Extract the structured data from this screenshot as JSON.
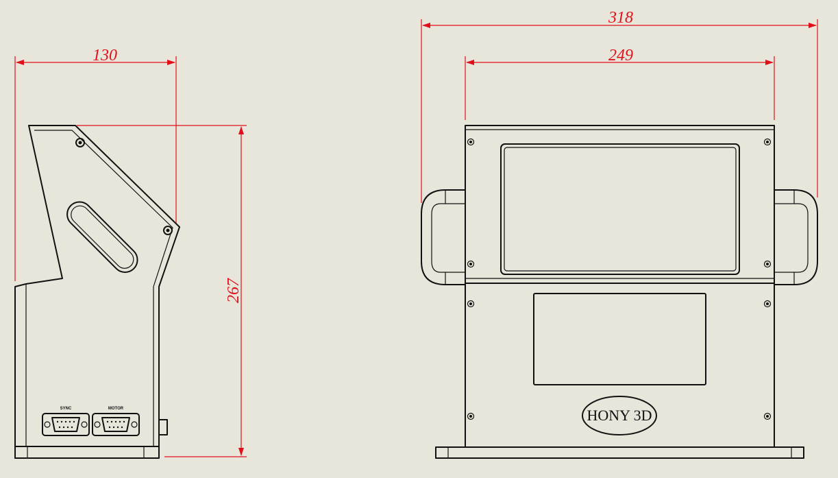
{
  "side_view": {
    "dimensions": {
      "width": "130",
      "height": "267"
    },
    "connector_labels": {
      "left": "SYNC",
      "right": "MOTOR"
    }
  },
  "front_view": {
    "dimensions": {
      "overall_width": "318",
      "body_width": "249"
    },
    "logo_text": "HONY 3D"
  },
  "colors": {
    "dimension": "#e0101a",
    "line": "#111111",
    "background": "#e8e5da"
  }
}
